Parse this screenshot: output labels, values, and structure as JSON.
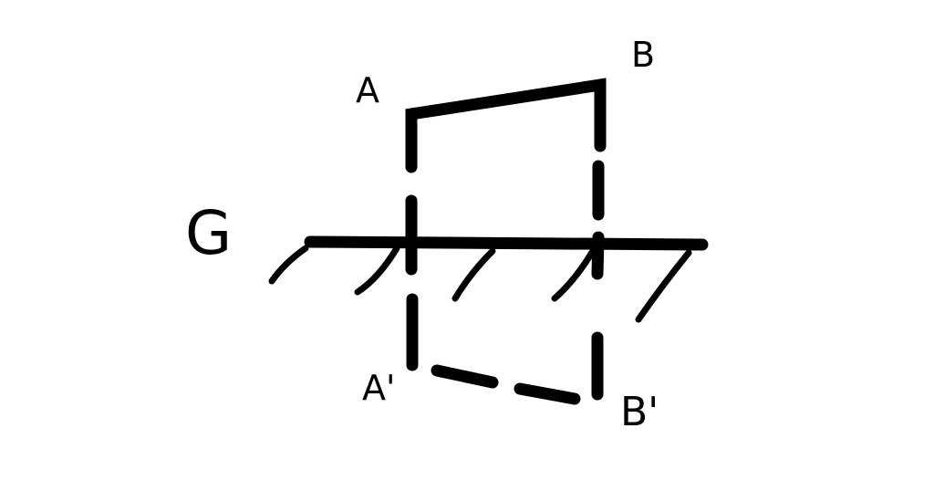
{
  "labels": {
    "a": "A",
    "b": "B",
    "mirror": "G",
    "a_image": "A'",
    "b_image": "B'"
  },
  "colors": {
    "stroke": "#000000",
    "background": "#ffffff"
  }
}
